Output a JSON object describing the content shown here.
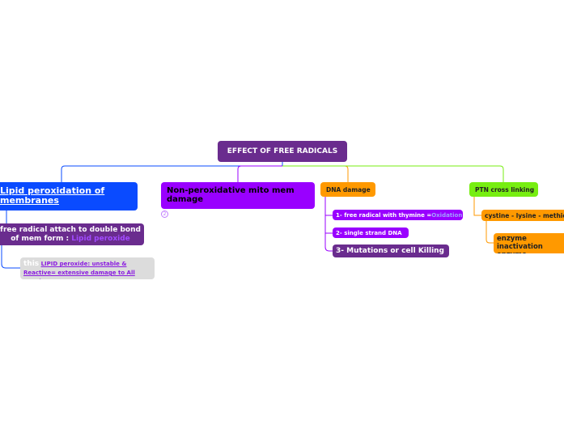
{
  "root": {
    "label": "EFFECT OF FREE RADICALS"
  },
  "branches": {
    "lipid": {
      "label": "Lipid peroxidation of membranes ",
      "sub1": {
        "text": "free radical attach to double bond of mem  form :",
        "highlight": "Lipid peroxide"
      },
      "sub2": {
        "this_label": "this",
        "text": "LIPID peroxide: unstable & Reactive= extensive damage to All membranes"
      }
    },
    "nonperox": {
      "label": "Non-peroxidative mito mem damage",
      "collapse_badge": "2"
    },
    "dna": {
      "label": "DNA damage",
      "items": [
        {
          "text": "1- free radical with thymine =",
          "highlight": "Oxidation"
        },
        {
          "text": "2- single strand DNA"
        },
        {
          "text": "3- Mutations or cell Killing"
        }
      ]
    },
    "ptn": {
      "label": "PTN cross linking",
      "items": [
        {
          "text": "cystine - lysine - methionine"
        },
        {
          "text": "enzyme inactivation enzyme"
        }
      ]
    }
  },
  "colors": {
    "root": "#6a2c8e",
    "lipid": "#0a4bff",
    "nonperox": "#9900ff",
    "dna": "#ff9900",
    "ptn": "#77ee11",
    "purple_item": "#9900ff",
    "dark_item": "#6a2c8e"
  }
}
